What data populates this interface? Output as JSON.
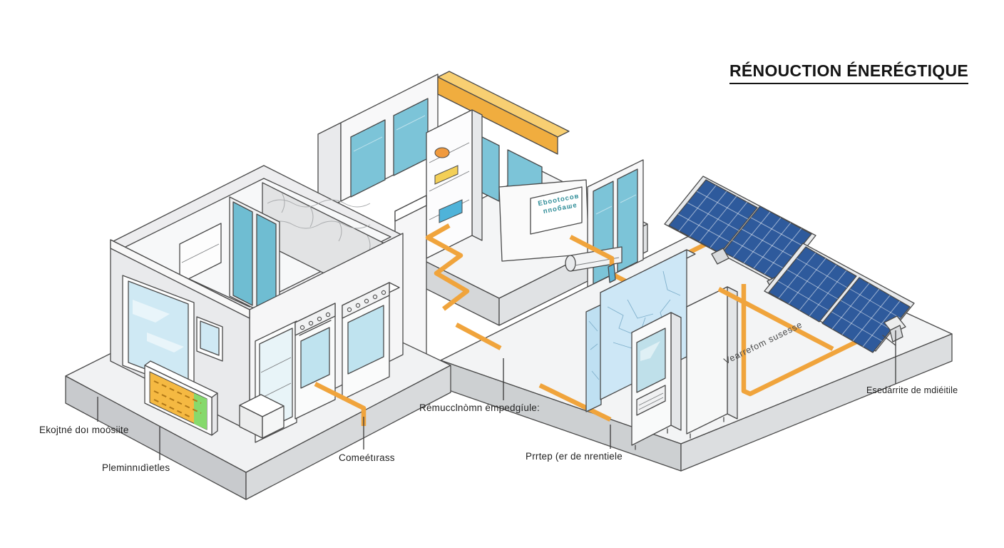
{
  "title": "RÉNOUCTION ÉNERÉGTIQUE",
  "callouts": {
    "exterior_insulation": "Ekojtné doı moósiite",
    "foundation": "Pleminnıdìetles",
    "meter": "Comeétırass",
    "renovation": "Rémucclnòmn émpedgíule:",
    "heat_pump": "Prrtep (er de nrentiele",
    "solar_mount": "Esedárrite de mdiéitile"
  },
  "floor_annotation": "Vearrefom susesse",
  "sign": {
    "line1": "Ebootocoв",
    "line2": "ппобаше"
  },
  "colors": {
    "cable": "#f0a43c",
    "solar_panel": "#2e5a9c",
    "glass": "#cfe9f4",
    "teal_glass": "#7cc4d8",
    "insulation_yellow": "#f5b942",
    "insulation_green": "#86d96c",
    "ice_wall": "#cde7f6",
    "beam_top": "#f8cf72",
    "beam_front": "#f0ad3f"
  }
}
